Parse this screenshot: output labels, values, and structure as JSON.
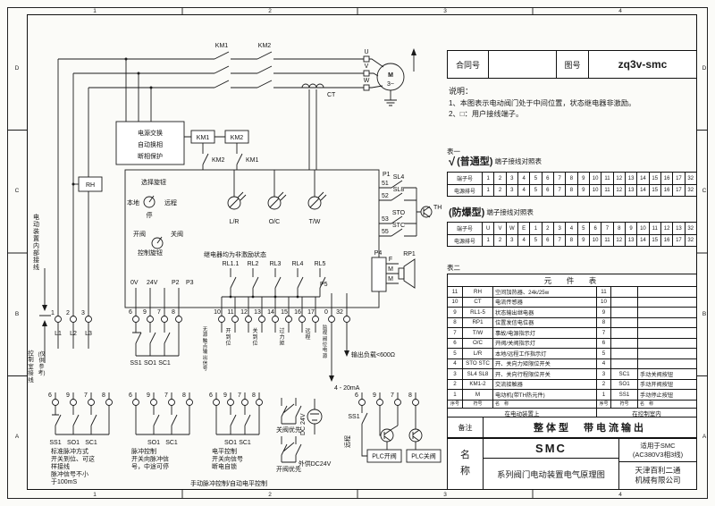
{
  "frame": {
    "col_labels": [
      "1",
      "2",
      "3",
      "4"
    ],
    "row_labels": [
      "D",
      "C",
      "B",
      "A"
    ]
  },
  "info": {
    "contract_label": "合同号",
    "drawing_label": "图号",
    "drawing_number": "zq3v-smc"
  },
  "notes": {
    "title": "说明：",
    "line1": "1、本图表示电动阀门处于中间位置，状态继电器非激励。",
    "line2": "2、□：用户接线端子。"
  },
  "table1": {
    "label": "表一",
    "ordinary_check": "√",
    "ordinary_type": "(普通型)",
    "ordinary_caption": "端子接线对照表",
    "explosion_type": "(防爆型)",
    "explosion_caption": "端子接线对照表",
    "terminal_row_label": "端子号",
    "power_row_label": "电源排号",
    "ordinary_terminals": [
      "1",
      "2",
      "3",
      "4",
      "5",
      "6",
      "7",
      "8",
      "9",
      "10",
      "11",
      "12",
      "13",
      "14",
      "15",
      "16",
      "17",
      "32"
    ],
    "ordinary_power": [
      "1",
      "2",
      "3",
      "4",
      "5",
      "6",
      "7",
      "8",
      "9",
      "10",
      "11",
      "12",
      "13",
      "14",
      "15",
      "16",
      "17",
      "32"
    ],
    "explosion_terminals": [
      "U",
      "V",
      "W",
      "E",
      "1",
      "2",
      "3",
      "4",
      "5",
      "6",
      "7",
      "8",
      "9",
      "10",
      "11",
      "12",
      "13",
      "32"
    ],
    "explosion_power": [
      "1",
      "2",
      "3",
      "4",
      "5",
      "6",
      "7",
      "8",
      "9",
      "10",
      "11",
      "12",
      "13",
      "14",
      "15",
      "16",
      "17",
      "32"
    ]
  },
  "table2": {
    "label": "表二",
    "title": "元　件　表",
    "rows": [
      {
        "no": "11",
        "sym": "RH",
        "name": "空间加热器、24k/25w",
        "no2": "11",
        "sym2": "",
        "name2": ""
      },
      {
        "no": "10",
        "sym": "CT",
        "name": "电流传感器",
        "no2": "10",
        "sym2": "",
        "name2": ""
      },
      {
        "no": "9",
        "sym": "RL1-5",
        "name": "状态输出继电器",
        "no2": "9",
        "sym2": "",
        "name2": ""
      },
      {
        "no": "8",
        "sym": "RP1",
        "name": "位置发信电位器",
        "no2": "8",
        "sym2": "",
        "name2": ""
      },
      {
        "no": "7",
        "sym": "T/W",
        "name": "事故/电源指示灯",
        "no2": "7",
        "sym2": "",
        "name2": ""
      },
      {
        "no": "6",
        "sym": "O/C",
        "name": "开阀/关阀指示灯",
        "no2": "6",
        "sym2": "",
        "name2": ""
      },
      {
        "no": "5",
        "sym": "L/R",
        "name": "本地/远程工作指示灯",
        "no2": "5",
        "sym2": "",
        "name2": ""
      },
      {
        "no": "4",
        "sym": "STO STC",
        "name": "开、关向力矩限位开关",
        "no2": "4",
        "sym2": "",
        "name2": ""
      },
      {
        "no": "3",
        "sym": "SL4 SL8",
        "name": "开、关向行程限位开关",
        "no2": "3",
        "sym2": "SC1",
        "name2": "手动关阀按钮"
      },
      {
        "no": "2",
        "sym": "KM1-2",
        "name": "交流接触器",
        "no2": "2",
        "sym2": "SO1",
        "name2": "手动开阀按钮"
      },
      {
        "no": "1",
        "sym": "M",
        "name": "电动机(带TH热元件)",
        "no2": "1",
        "sym2": "SS1",
        "name2": "手动停止按钮"
      }
    ],
    "cols": [
      "序号",
      "符号",
      "名　称",
      "序号",
      "符号",
      "名　称"
    ],
    "left_location": "在电动装置上",
    "right_location": "在控制室内"
  },
  "remark": {
    "label": "备注",
    "text": "整体型　带电流输出"
  },
  "titleblock": {
    "name_label": "名称",
    "product": "SMC",
    "desc": "系列阀门电动装置电气原理图",
    "apply1": "适用于SMC",
    "apply2": "(AC380V3相3线)",
    "company1": "天津百利二通",
    "company2": "机械有限公司"
  },
  "schematic": {
    "km1": "KM1",
    "km2": "KM2",
    "u": "U",
    "v": "V",
    "w": "W",
    "motor_m": "M",
    "motor_phase": "3~",
    "ct": "CT",
    "power_box_line1": "电源交换",
    "power_box_line2": "自动换相",
    "power_box_line3": "断相保护",
    "km1_coil": "KM1",
    "km2_coil": "KM2",
    "km2_aux": "KM2",
    "km1_aux": "KM1",
    "rh": "RH",
    "selector_title": "选择旋钮",
    "local": "本地",
    "remote": "远程",
    "stop": "停",
    "lamp_lr": "L/R",
    "lamp_oc": "O/C",
    "lamp_tw": "T/W",
    "open_valve": "开阀",
    "close_valve": "关阀",
    "control_knob": "控制旋钮",
    "relay_note": "继电器均为非激励状态",
    "rl1": "RL1.1",
    "rl2": "RL2",
    "rl3": "RL3",
    "rl4": "RL4",
    "rl5": "RL5",
    "p1": "P1",
    "p2": "P2",
    "p3": "P3",
    "p4": "P4",
    "p5": "P5",
    "v0": "0V",
    "v24": "24V",
    "n51": "51",
    "n52": "52",
    "n53": "53",
    "n55": "55",
    "sl4": "SL4",
    "sl8": "SL8",
    "sto": "STO",
    "stc": "STC",
    "th": "TH",
    "rp1": "RP1",
    "pin_f": "F",
    "pin_m1": "M",
    "pin_m2": "M",
    "t1": "1",
    "t2": "2",
    "t3": "3",
    "l1": "L1",
    "l2": "L2",
    "l3": "L3",
    "t6": "6",
    "t9": "9",
    "t7": "7",
    "t8": "8",
    "t10": "10",
    "t11": "11",
    "t12": "12",
    "t13": "13",
    "t14": "14",
    "t15": "15",
    "t16": "16",
    "t17": "17",
    "t0": "0",
    "t32": "32",
    "ss1": "SS1",
    "so1": "SO1",
    "sc1": "SC1",
    "v_inner": "电动装置内部接线",
    "v_ctrl_room": "控制室接线",
    "v_ref_only": "(仅供参考)",
    "v_passive": "无源触点输出信号",
    "v_open": "开到位",
    "v_close": "关到位",
    "v_torque": "过力矩",
    "v_remote": "远程",
    "v_monitor": "监视阀位电源",
    "load": "输出负载<600Ω",
    "ma_out": "4 - 20mA",
    "cap1_l1": "标准脉冲方式",
    "cap1_l2": "开关到位、可这",
    "cap1_l3": "样接线",
    "cap1_l4": "脉冲信号不小",
    "cap1_l5": "于100mS",
    "cap2_l1": "脉冲控制",
    "cap2_l2": "开关向脉冲信",
    "cap2_l3": "号，中途可停",
    "cap3_l1": "电平控制",
    "cap3_l2": "开关向信号",
    "cap3_l3": "断电自锁",
    "close_priority": "关阀优先",
    "open_priority": "开阀优先",
    "dc24": "DC 24V",
    "ext_dc": "外供DC24V",
    "plc_remote": "远程",
    "plc_ss1": "SS1",
    "plc_open": "PLC开阀",
    "plc_close": "PLC关阀",
    "manual_auto": "手动脉冲控制/自动电平控制"
  }
}
